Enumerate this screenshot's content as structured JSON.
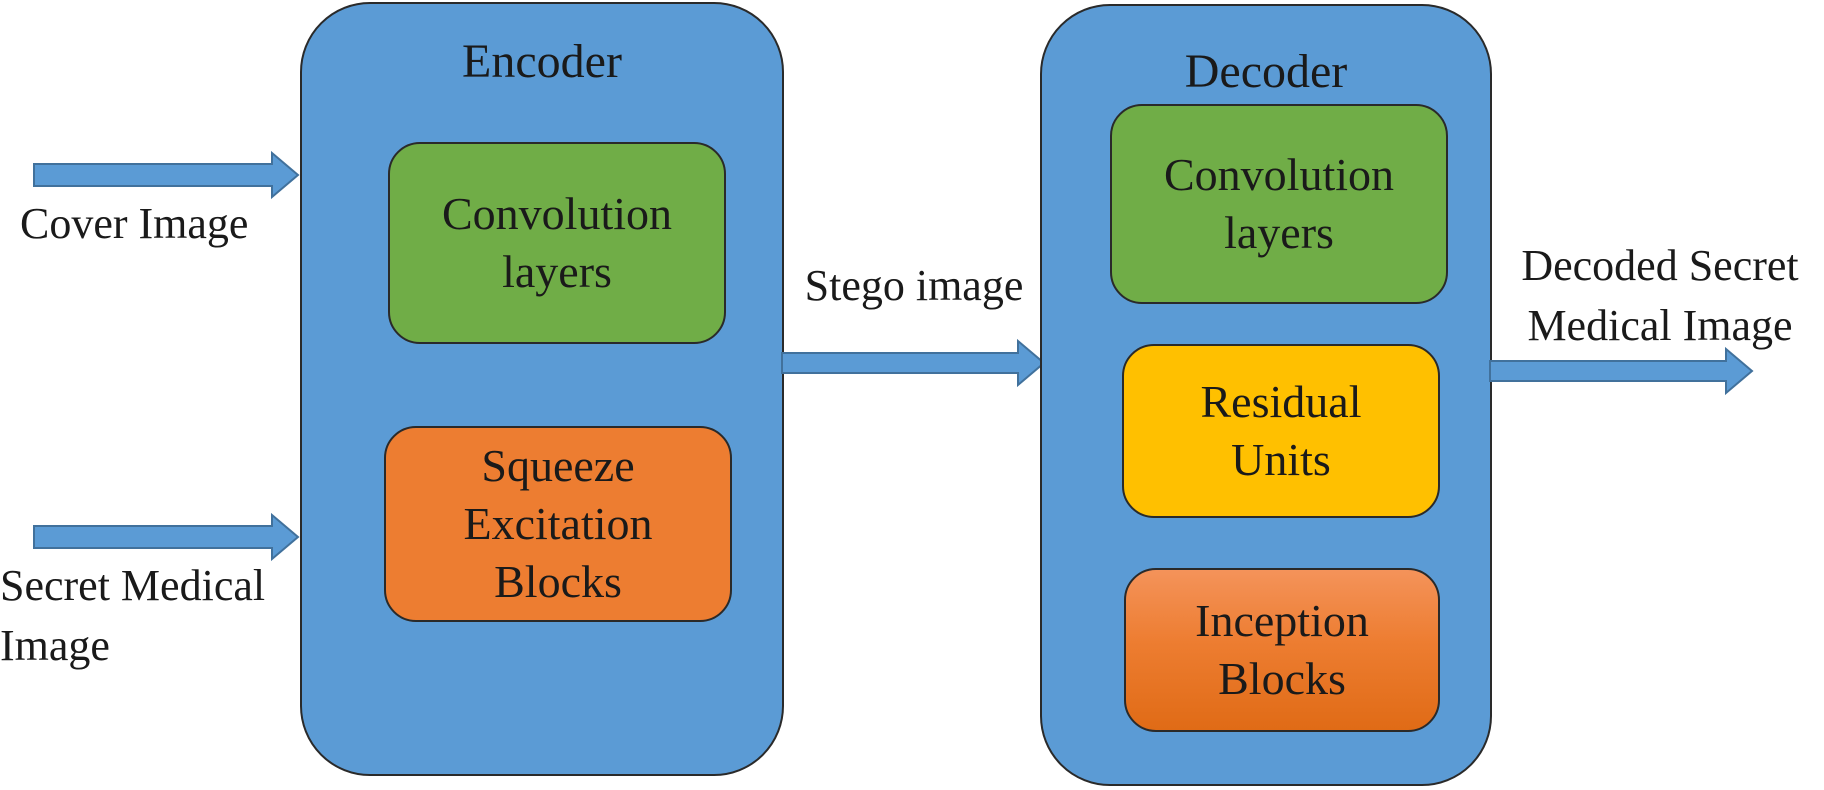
{
  "encoder": {
    "title": "Encoder",
    "blocks": [
      {
        "label": "Convolution\nlayers"
      },
      {
        "label": "Squeeze\nExcitation\nBlocks"
      }
    ]
  },
  "decoder": {
    "title": "Decoder",
    "blocks": [
      {
        "label": "Convolution\nlayers"
      },
      {
        "label": "Residual\nUnits"
      },
      {
        "label": "Inception\nBlocks"
      }
    ]
  },
  "inputs": {
    "cover": "Cover Image",
    "secret": "Secret Medical\nImage"
  },
  "stego_label": "Stego image",
  "output_label": "Decoded Secret\nMedical Image",
  "colors": {
    "container": "#5b9bd5",
    "arrow": "#5b9bd5",
    "conv": "#70ad47",
    "squeeze": "#ed7d31",
    "residual": "#ffc000",
    "inception": "#ed7d31"
  }
}
